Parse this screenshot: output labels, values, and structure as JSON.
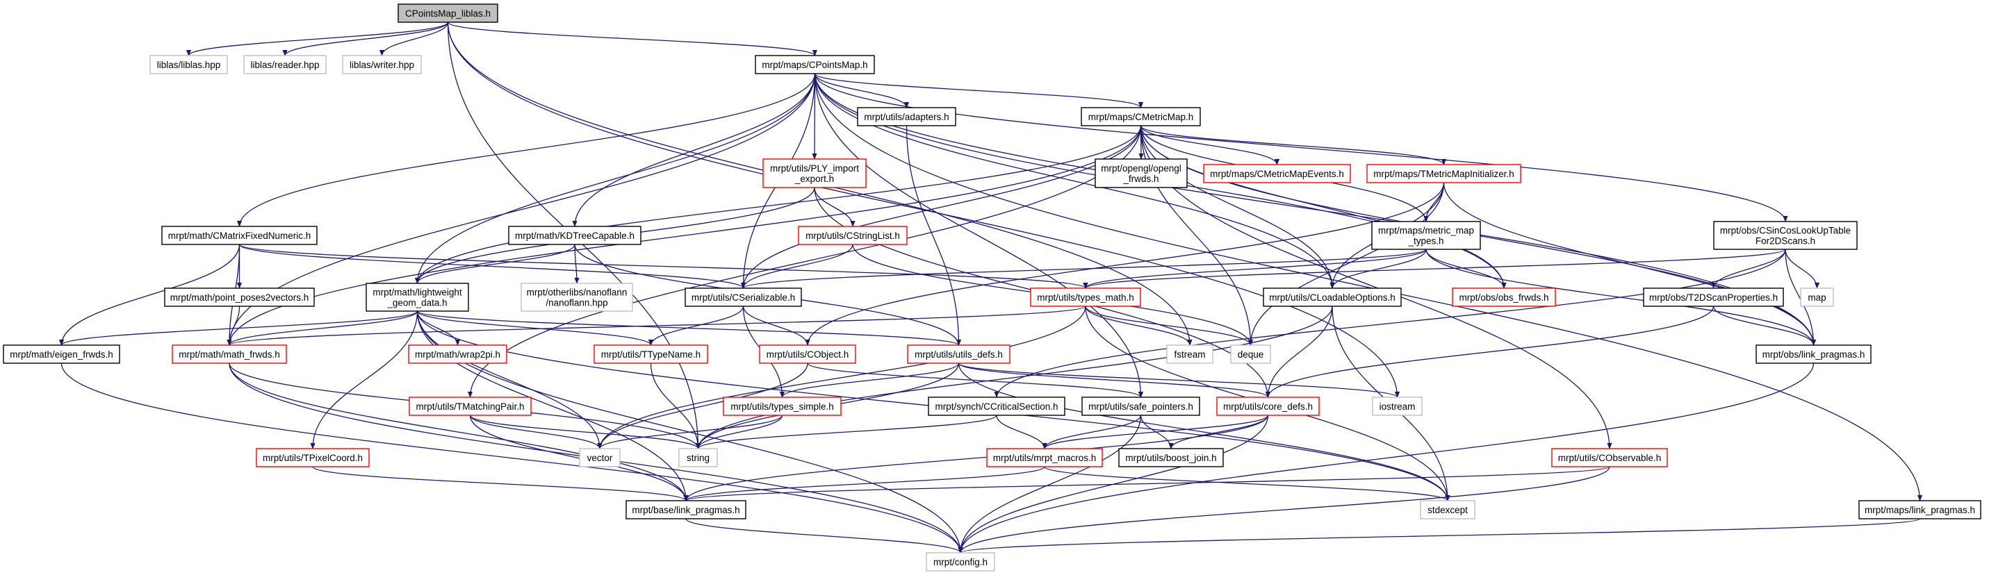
{
  "title": "CPointsMap_liblas.h",
  "colors": {
    "edge": "#191970",
    "root_fill": "#bfbfbf",
    "documented_border": "#000000",
    "undocumented_border": "#ff0000",
    "external_border": "#bfbfbf"
  },
  "nodes": {
    "root": {
      "label": [
        "CPointsMap_liblas.h"
      ],
      "kind": "root"
    },
    "liblas": {
      "label": [
        "liblas/liblas.hpp"
      ],
      "kind": "ext"
    },
    "reader": {
      "label": [
        "liblas/reader.hpp"
      ],
      "kind": "ext"
    },
    "writer": {
      "label": [
        "liblas/writer.hpp"
      ],
      "kind": "ext"
    },
    "cpointsmap": {
      "label": [
        "mrpt/maps/CPointsMap.h"
      ],
      "kind": "normal"
    },
    "adapters": {
      "label": [
        "mrpt/utils/adapters.h"
      ],
      "kind": "normal"
    },
    "cmetricmap": {
      "label": [
        "mrpt/maps/CMetricMap.h"
      ],
      "kind": "normal"
    },
    "ply": {
      "label": [
        "mrpt/utils/PLY_import",
        "_export.h"
      ],
      "kind": "red"
    },
    "opengl": {
      "label": [
        "mrpt/opengl/opengl",
        "_frwds.h"
      ],
      "kind": "normal"
    },
    "events": {
      "label": [
        "mrpt/maps/CMetricMapEvents.h"
      ],
      "kind": "red"
    },
    "tinit": {
      "label": [
        "mrpt/maps/TMetricMapInitializer.h"
      ],
      "kind": "red"
    },
    "cstringlist": {
      "label": [
        "mrpt/utils/CStringList.h"
      ],
      "kind": "red"
    },
    "mmtypes": {
      "label": [
        "mrpt/maps/metric_map",
        "_types.h"
      ],
      "kind": "normal"
    },
    "sincos": {
      "label": [
        "mrpt/obs/CSinCosLookUpTable",
        "For2DScans.h"
      ],
      "kind": "normal"
    },
    "cmatrix": {
      "label": [
        "mrpt/math/CMatrixFixedNumeric.h"
      ],
      "kind": "normal"
    },
    "kdtree": {
      "label": [
        "mrpt/math/KDTreeCapable.h"
      ],
      "kind": "normal"
    },
    "lightweight": {
      "label": [
        "mrpt/math/lightweight",
        "_geom_data.h"
      ],
      "kind": "normal"
    },
    "pp2v": {
      "label": [
        "mrpt/math/point_poses2vectors.h"
      ],
      "kind": "normal"
    },
    "nanoflann": {
      "label": [
        "mrpt/otherlibs/nanoflann",
        "/nanoflann.hpp"
      ],
      "kind": "ext"
    },
    "cserializable": {
      "label": [
        "mrpt/utils/CSerializable.h"
      ],
      "kind": "normal"
    },
    "typesmath": {
      "label": [
        "mrpt/utils/types_math.h"
      ],
      "kind": "red"
    },
    "cloadable": {
      "label": [
        "mrpt/utils/CLoadableOptions.h"
      ],
      "kind": "normal"
    },
    "obsfrwds": {
      "label": [
        "mrpt/obs/obs_frwds.h"
      ],
      "kind": "red"
    },
    "t2dscan": {
      "label": [
        "mrpt/obs/T2DScanProperties.h"
      ],
      "kind": "normal"
    },
    "map": {
      "label": [
        "map"
      ],
      "kind": "ext"
    },
    "eigenfrwds": {
      "label": [
        "mrpt/math/eigen_frwds.h"
      ],
      "kind": "normal"
    },
    "mathfrwds": {
      "label": [
        "mrpt/math/math_frwds.h"
      ],
      "kind": "red"
    },
    "wrap2pi": {
      "label": [
        "mrpt/math/wrap2pi.h"
      ],
      "kind": "red"
    },
    "ttypename": {
      "label": [
        "mrpt/utils/TTypeName.h"
      ],
      "kind": "red"
    },
    "cobject": {
      "label": [
        "mrpt/utils/CObject.h"
      ],
      "kind": "red"
    },
    "utilsdefs": {
      "label": [
        "mrpt/utils/utils_defs.h"
      ],
      "kind": "red"
    },
    "fstream": {
      "label": [
        "fstream"
      ],
      "kind": "ext"
    },
    "deque": {
      "label": [
        "deque"
      ],
      "kind": "ext"
    },
    "obslink": {
      "label": [
        "mrpt/obs/link_pragmas.h"
      ],
      "kind": "normal"
    },
    "tmatching": {
      "label": [
        "mrpt/utils/TMatchingPair.h"
      ],
      "kind": "red"
    },
    "typessimple": {
      "label": [
        "mrpt/utils/types_simple.h"
      ],
      "kind": "red"
    },
    "ccritical": {
      "label": [
        "mrpt/synch/CCriticalSection.h"
      ],
      "kind": "normal"
    },
    "safeptr": {
      "label": [
        "mrpt/utils/safe_pointers.h"
      ],
      "kind": "normal"
    },
    "coredefs": {
      "label": [
        "mrpt/utils/core_defs.h"
      ],
      "kind": "red"
    },
    "iostream": {
      "label": [
        "iostream"
      ],
      "kind": "ext"
    },
    "tpixel": {
      "label": [
        "mrpt/utils/TPixelCoord.h"
      ],
      "kind": "red"
    },
    "vector": {
      "label": [
        "vector"
      ],
      "kind": "ext"
    },
    "string": {
      "label": [
        "string"
      ],
      "kind": "ext"
    },
    "macros": {
      "label": [
        "mrpt/utils/mrpt_macros.h"
      ],
      "kind": "red"
    },
    "boostjoin": {
      "label": [
        "mrpt/utils/boost_join.h"
      ],
      "kind": "normal"
    },
    "cobservable": {
      "label": [
        "mrpt/utils/CObservable.h"
      ],
      "kind": "red"
    },
    "baselink": {
      "label": [
        "mrpt/base/link_pragmas.h"
      ],
      "kind": "normal"
    },
    "stdexcept": {
      "label": [
        "stdexcept"
      ],
      "kind": "ext"
    },
    "mapslink": {
      "label": [
        "mrpt/maps/link_pragmas.h"
      ],
      "kind": "normal"
    },
    "config": {
      "label": [
        "mrpt/config.h"
      ],
      "kind": "ext"
    }
  },
  "edges": [
    [
      "root",
      "liblas"
    ],
    [
      "root",
      "reader"
    ],
    [
      "root",
      "writer"
    ],
    [
      "root",
      "cpointsmap"
    ],
    [
      "root",
      "string"
    ],
    [
      "root",
      "fstream"
    ],
    [
      "root",
      "iostream"
    ],
    [
      "cpointsmap",
      "cmatrix"
    ],
    [
      "cpointsmap",
      "lightweight"
    ],
    [
      "cpointsmap",
      "kdtree"
    ],
    [
      "cpointsmap",
      "cserializable"
    ],
    [
      "cpointsmap",
      "ply"
    ],
    [
      "cpointsmap",
      "adapters"
    ],
    [
      "cpointsmap",
      "cmetricmap"
    ],
    [
      "cpointsmap",
      "safeptr"
    ],
    [
      "cpointsmap",
      "cloadable"
    ],
    [
      "cpointsmap",
      "sincos"
    ],
    [
      "cpointsmap",
      "obsfrwds"
    ],
    [
      "cpointsmap",
      "obslink"
    ],
    [
      "cpointsmap",
      "mapslink"
    ],
    [
      "cpointsmap",
      "mathfrwds"
    ],
    [
      "cmetricmap",
      "lightweight"
    ],
    [
      "cmetricmap",
      "mathfrwds"
    ],
    [
      "cmetricmap",
      "cserializable"
    ],
    [
      "cmetricmap",
      "tmatching"
    ],
    [
      "cmetricmap",
      "opengl"
    ],
    [
      "cmetricmap",
      "events"
    ],
    [
      "cmetricmap",
      "tinit"
    ],
    [
      "cmetricmap",
      "mmtypes"
    ],
    [
      "cmetricmap",
      "cobservable"
    ],
    [
      "cmetricmap",
      "obsfrwds"
    ],
    [
      "cmetricmap",
      "obslink"
    ],
    [
      "cmetricmap",
      "deque"
    ],
    [
      "cmetricmap",
      "cloadable"
    ],
    [
      "adapters",
      "utilsdefs"
    ],
    [
      "ply",
      "lightweight"
    ],
    [
      "ply",
      "cstringlist"
    ],
    [
      "ply",
      "coredefs"
    ],
    [
      "cstringlist",
      "cserializable"
    ],
    [
      "cstringlist",
      "deque"
    ],
    [
      "tinit",
      "cloadable"
    ],
    [
      "tinit",
      "mmtypes"
    ],
    [
      "tinit",
      "deque"
    ],
    [
      "tinit",
      "obslink"
    ],
    [
      "tinit",
      "cobject"
    ],
    [
      "mmtypes",
      "cserializable"
    ],
    [
      "mmtypes",
      "cloadable"
    ],
    [
      "mmtypes",
      "obsfrwds"
    ],
    [
      "mmtypes",
      "obslink"
    ],
    [
      "mmtypes",
      "typesmath"
    ],
    [
      "sincos",
      "typesmath"
    ],
    [
      "sincos",
      "t2dscan"
    ],
    [
      "sincos",
      "map"
    ],
    [
      "sincos",
      "obslink"
    ],
    [
      "sincos",
      "ccritical"
    ],
    [
      "t2dscan",
      "obslink"
    ],
    [
      "t2dscan",
      "coredefs"
    ],
    [
      "cmatrix",
      "pp2v"
    ],
    [
      "cmatrix",
      "mathfrwds"
    ],
    [
      "cmatrix",
      "eigenfrwds"
    ],
    [
      "cmatrix",
      "cserializable"
    ],
    [
      "cmatrix",
      "typesmath"
    ],
    [
      "kdtree",
      "lightweight"
    ],
    [
      "kdtree",
      "nanoflann"
    ],
    [
      "kdtree",
      "utilsdefs"
    ],
    [
      "pp2v",
      "mathfrwds"
    ],
    [
      "lightweight",
      "eigenfrwds"
    ],
    [
      "lightweight",
      "mathfrwds"
    ],
    [
      "lightweight",
      "wrap2pi"
    ],
    [
      "lightweight",
      "ttypename"
    ],
    [
      "lightweight",
      "utilsdefs"
    ],
    [
      "lightweight",
      "tpixel"
    ],
    [
      "lightweight",
      "vector"
    ],
    [
      "lightweight",
      "baselink"
    ],
    [
      "lightweight",
      "config"
    ],
    [
      "lightweight",
      "stdexcept"
    ],
    [
      "cserializable",
      "ttypename"
    ],
    [
      "cserializable",
      "cobject"
    ],
    [
      "cserializable",
      "typessimple"
    ],
    [
      "typesmath",
      "mathfrwds"
    ],
    [
      "typesmath",
      "fstream"
    ],
    [
      "typesmath",
      "deque"
    ],
    [
      "typesmath",
      "vector"
    ],
    [
      "typesmath",
      "stdexcept"
    ],
    [
      "cloadable",
      "coredefs"
    ],
    [
      "cloadable",
      "stdexcept"
    ],
    [
      "cloadable",
      "string"
    ],
    [
      "obslink",
      "config"
    ],
    [
      "cobject",
      "vector"
    ],
    [
      "cobject",
      "safeptr"
    ],
    [
      "utilsdefs",
      "typessimple"
    ],
    [
      "utilsdefs",
      "string"
    ],
    [
      "utilsdefs",
      "coredefs"
    ],
    [
      "utilsdefs",
      "iostream"
    ],
    [
      "utilsdefs",
      "stdexcept"
    ],
    [
      "ttypename",
      "string"
    ],
    [
      "mathfrwds",
      "baselink"
    ],
    [
      "mathfrwds",
      "config"
    ],
    [
      "mathfrwds",
      "string"
    ],
    [
      "eigenfrwds",
      "config"
    ],
    [
      "tmatching",
      "vector"
    ],
    [
      "tmatching",
      "string"
    ],
    [
      "tmatching",
      "baselink"
    ],
    [
      "tpixel",
      "baselink"
    ],
    [
      "typessimple",
      "vector"
    ],
    [
      "typessimple",
      "string"
    ],
    [
      "ccritical",
      "string"
    ],
    [
      "ccritical",
      "macros"
    ],
    [
      "safeptr",
      "macros"
    ],
    [
      "safeptr",
      "boostjoin"
    ],
    [
      "safeptr",
      "config"
    ],
    [
      "coredefs",
      "macros"
    ],
    [
      "coredefs",
      "boostjoin"
    ],
    [
      "coredefs",
      "baselink"
    ],
    [
      "coredefs",
      "config"
    ],
    [
      "macros",
      "baselink"
    ],
    [
      "macros",
      "stdexcept"
    ],
    [
      "baselink",
      "config"
    ],
    [
      "cobservable",
      "baselink"
    ],
    [
      "cobservable",
      "config"
    ],
    [
      "mapslink",
      "config"
    ]
  ]
}
